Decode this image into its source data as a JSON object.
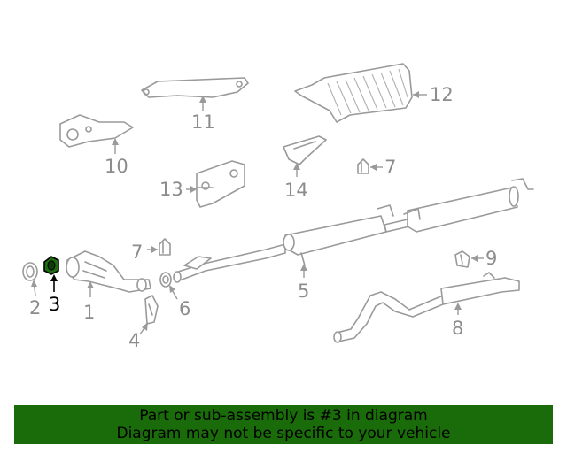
{
  "callouts": {
    "c1": "1",
    "c2": "2",
    "c3": "3",
    "c4": "4",
    "c5": "5",
    "c6": "6",
    "c7a": "7",
    "c7b": "7",
    "c8": "8",
    "c9": "9",
    "c10": "10",
    "c11": "11",
    "c12": "12",
    "c13": "13",
    "c14": "14"
  },
  "highlighted_part": "3",
  "banner": {
    "line1": "Part or sub-assembly is #3 in diagram",
    "line2": "Diagram may not be specific to your vehicle"
  },
  "colors": {
    "banner_bg": "#1a6b0a",
    "highlight": "#1f6b12",
    "line_art": "#9a9a9a"
  }
}
